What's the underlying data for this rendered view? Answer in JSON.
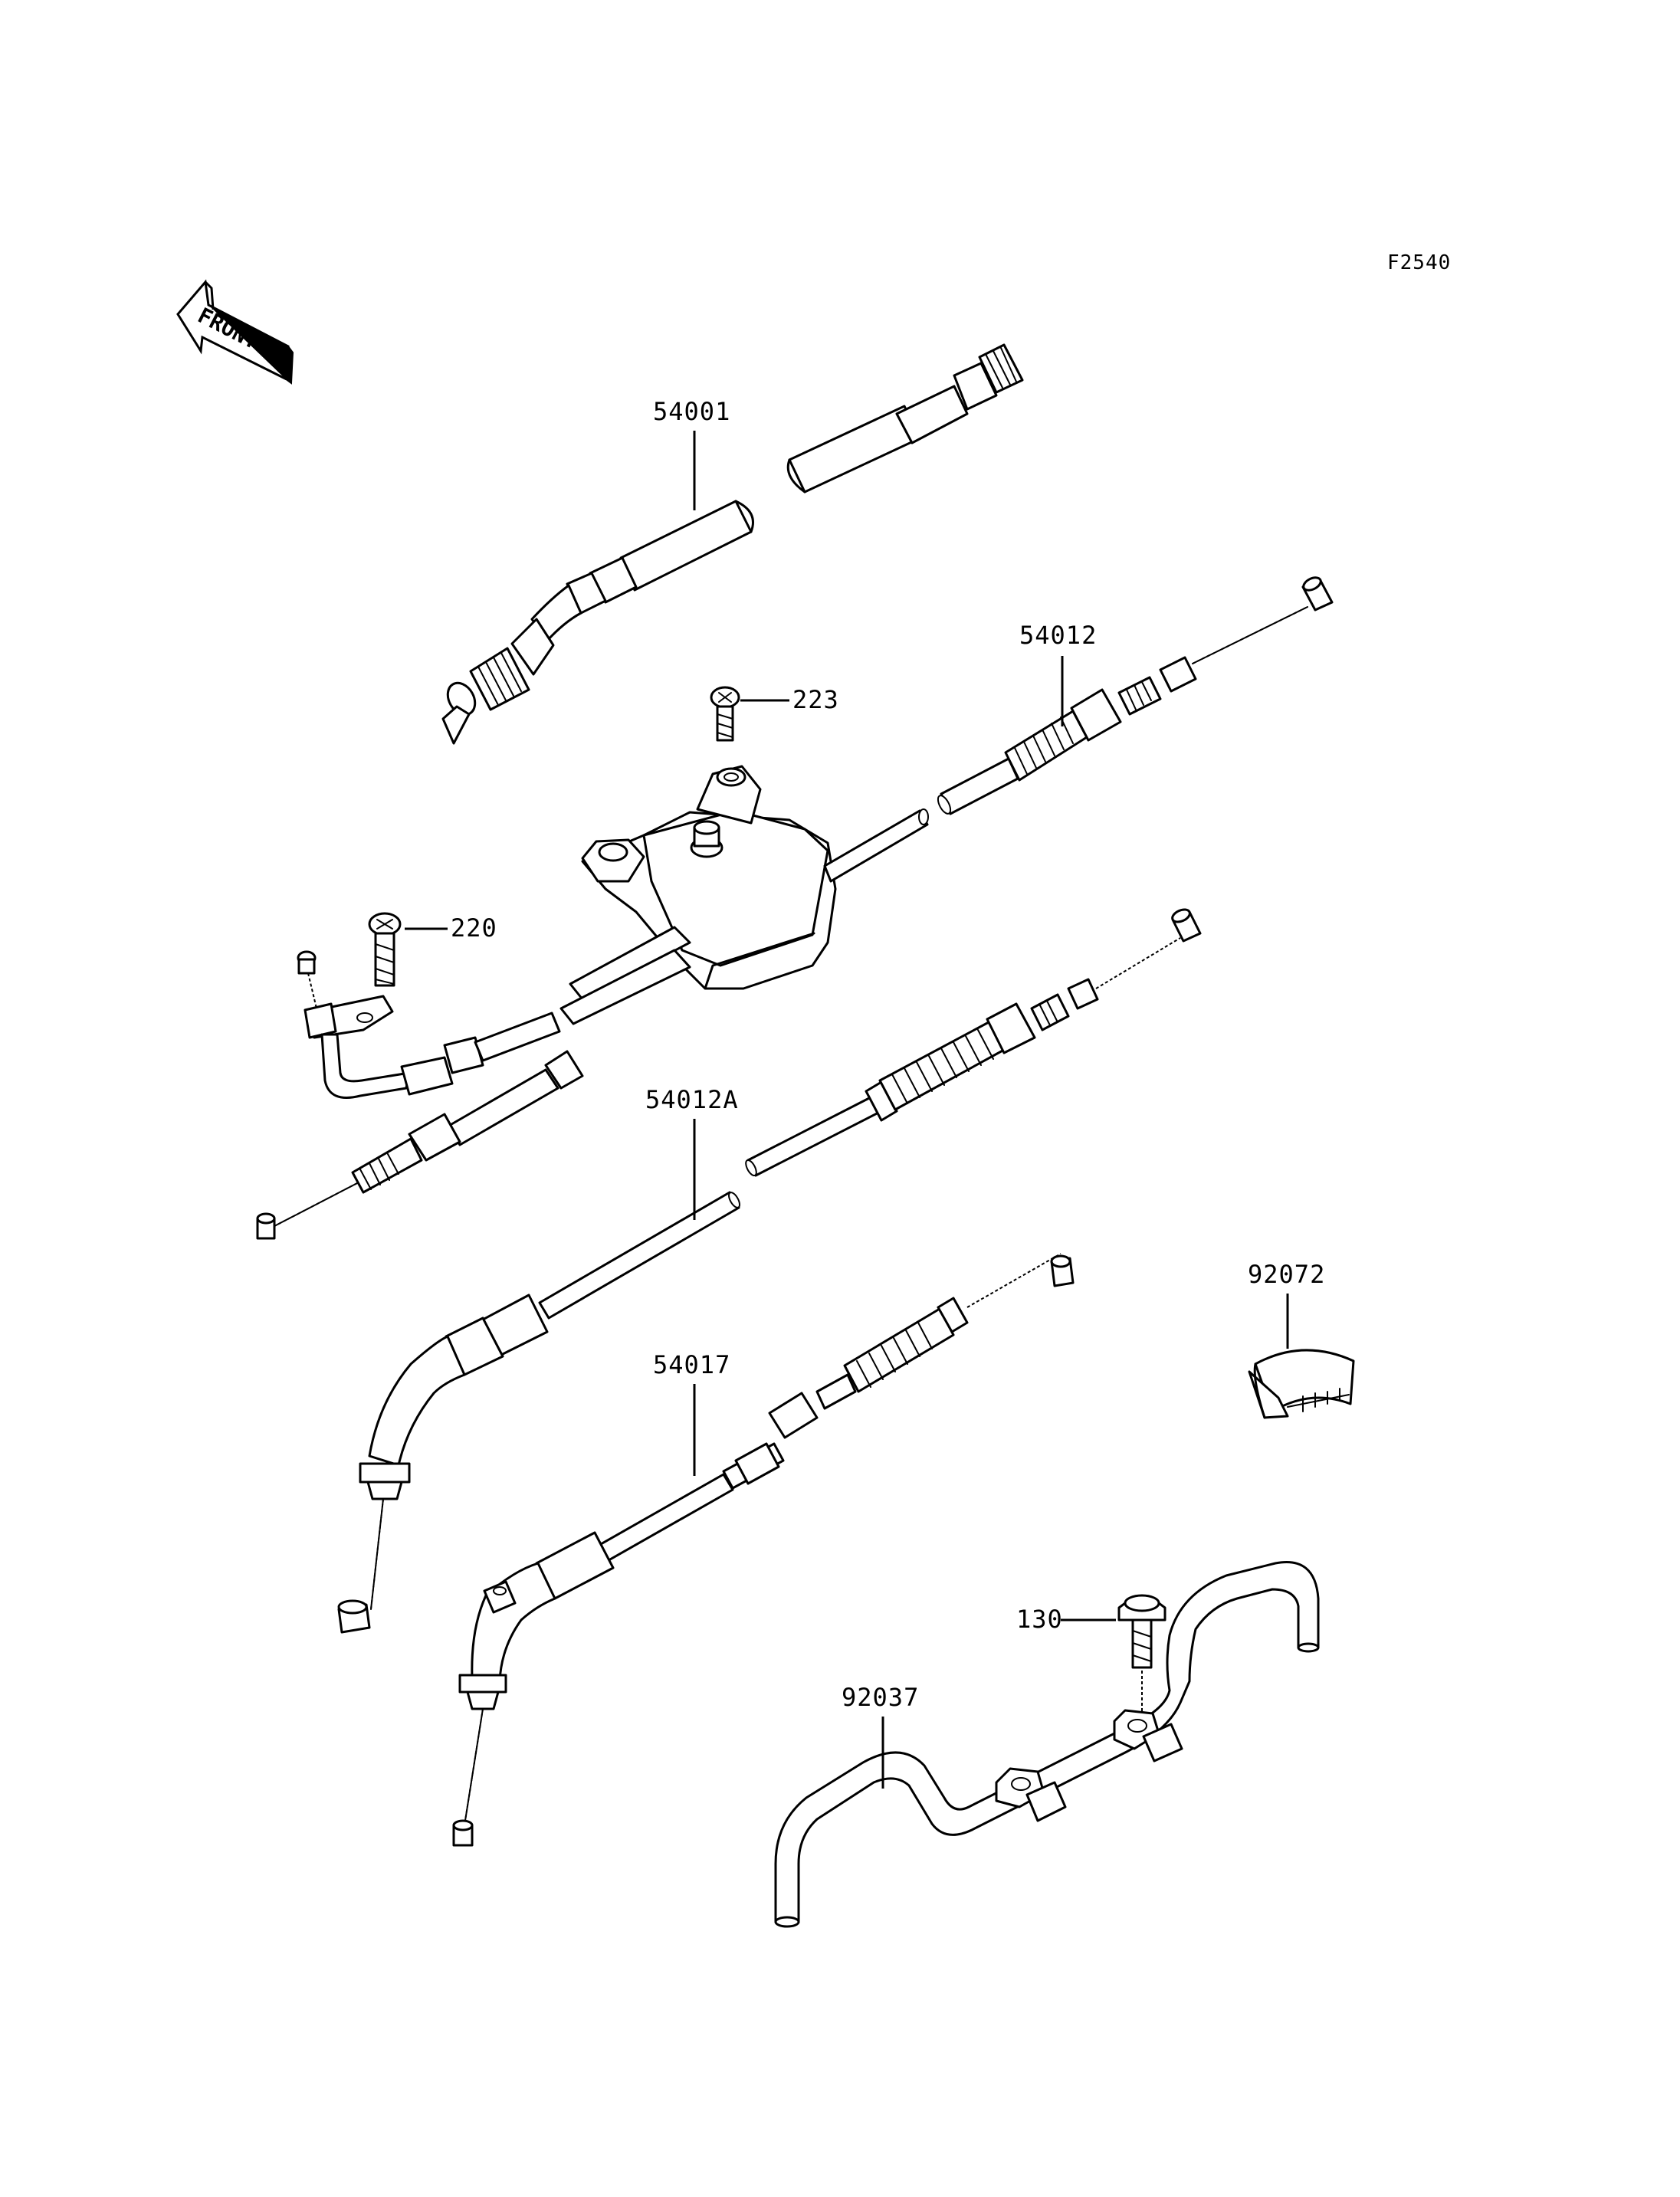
{
  "figure_code": "F2540",
  "front_label": "FRONT",
  "parts": [
    {
      "id": "p54001",
      "number": "54001"
    },
    {
      "id": "p54012",
      "number": "54012"
    },
    {
      "id": "p223",
      "number": "223"
    },
    {
      "id": "p220",
      "number": "220"
    },
    {
      "id": "p54012A",
      "number": "54012A"
    },
    {
      "id": "p92072",
      "number": "92072"
    },
    {
      "id": "p54017",
      "number": "54017"
    },
    {
      "id": "p130",
      "number": "130"
    },
    {
      "id": "p92037",
      "number": "92037"
    }
  ]
}
